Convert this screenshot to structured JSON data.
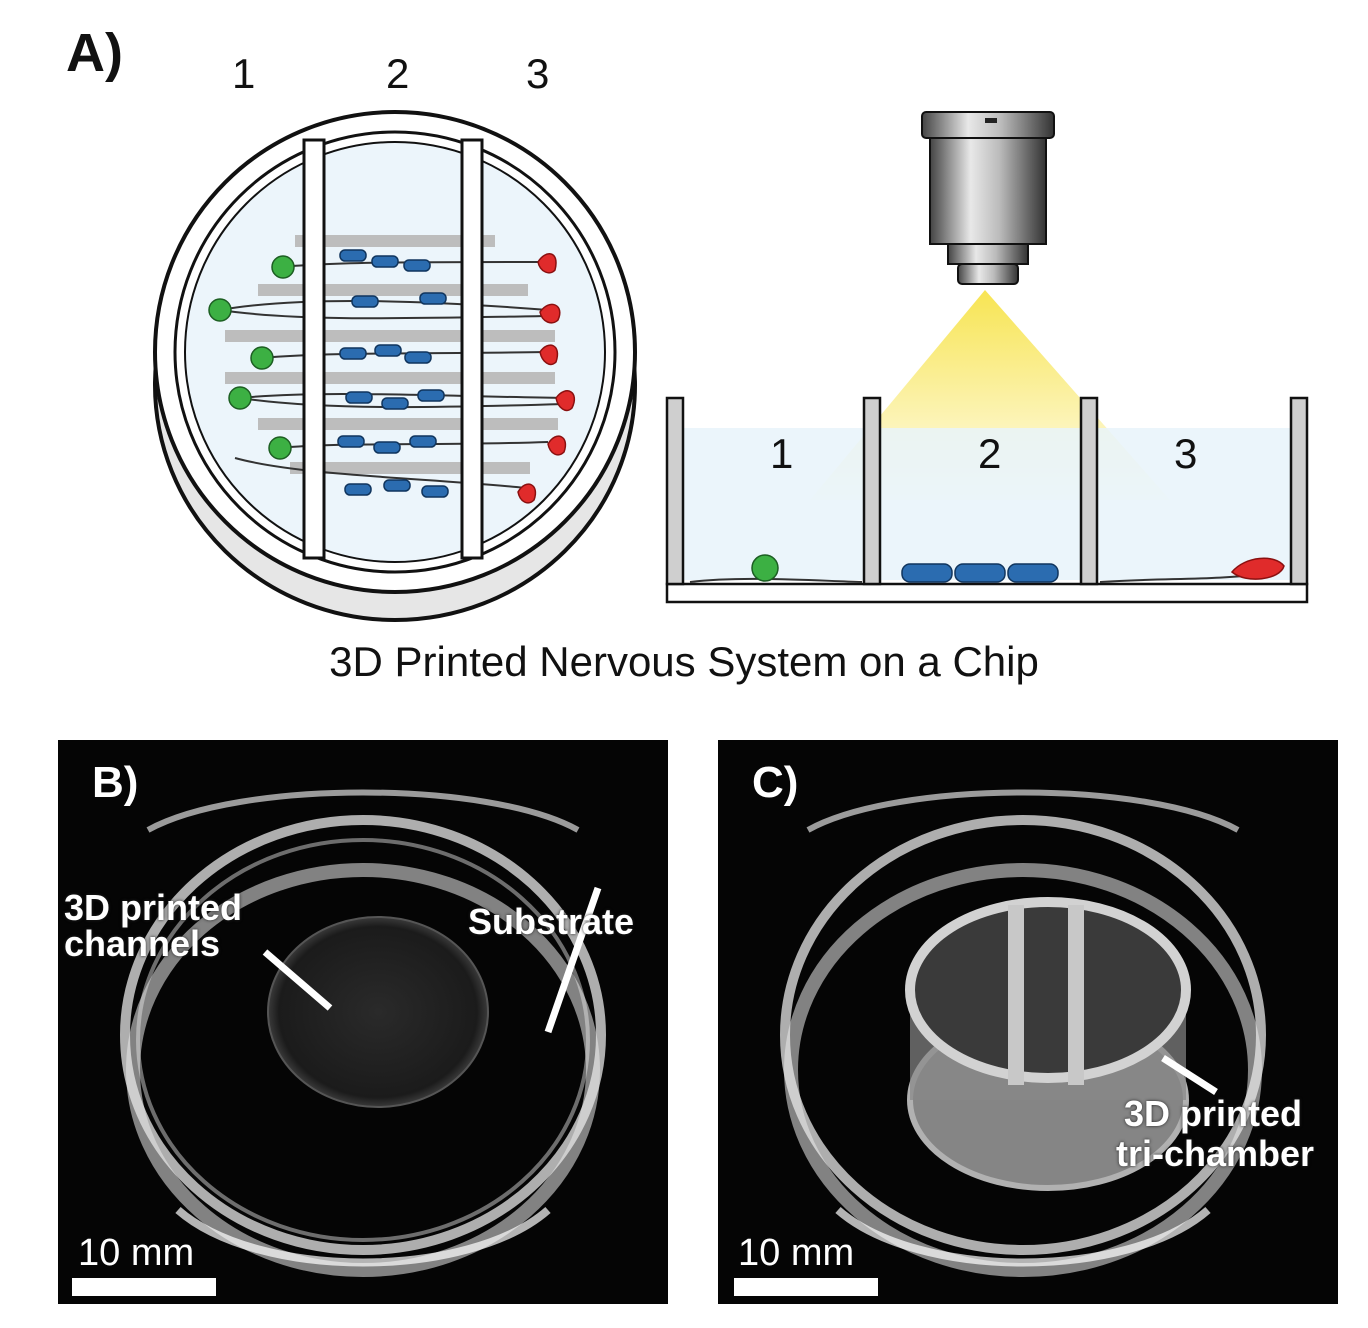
{
  "panel_a": {
    "letter": "A)",
    "top_view_labels": [
      "1",
      "2",
      "3"
    ],
    "side_view_labels": [
      "1",
      "2",
      "3"
    ],
    "caption": "3D Printed Nervous System on a Chip",
    "colors": {
      "neuron": "#3cb043",
      "glia": "#2b6cb0",
      "target": "#e02b2b",
      "medium": "#e8f3fa",
      "light": "#f7e34a"
    }
  },
  "panel_b": {
    "letter": "B)",
    "label_channels": "3D printed\nchannels",
    "label_substrate": "Substrate",
    "scale": "10 mm"
  },
  "panel_c": {
    "letter": "C)",
    "label_chamber_line1": "3D printed",
    "label_chamber_line2": "tri-chamber",
    "scale": "10 mm"
  }
}
